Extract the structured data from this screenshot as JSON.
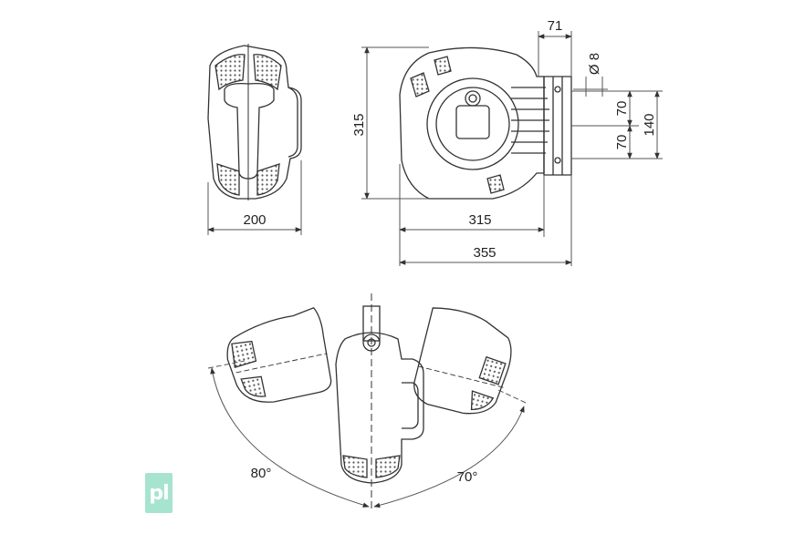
{
  "brand": {
    "logo_text": "pl",
    "logo_color": "#a6e4cf"
  },
  "dimensions": {
    "side_width": "200",
    "height": "315",
    "front_width": "315",
    "overall_width": "355",
    "bracket_depth": "71",
    "hole_diameter": "Ø 8",
    "hole_spacing_upper": "70",
    "hole_spacing_lower": "70",
    "bracket_height": "140"
  },
  "swivel": {
    "left_angle": "80°",
    "right_angle": "70°"
  },
  "colors": {
    "line": "#333333",
    "dim_line": "#555555"
  }
}
